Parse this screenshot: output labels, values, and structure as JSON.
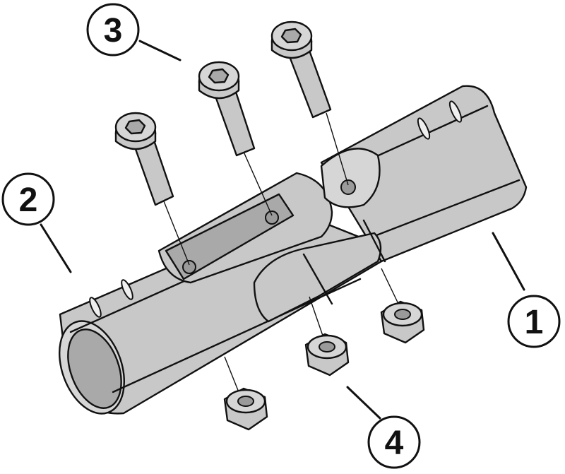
{
  "callouts": [
    {
      "id": "1",
      "label": "1",
      "part": "tube-1"
    },
    {
      "id": "2",
      "label": "2",
      "part": "tube-2"
    },
    {
      "id": "3",
      "label": "3",
      "part": "bolts"
    },
    {
      "id": "4",
      "label": "4",
      "part": "nuts"
    }
  ],
  "colors": {
    "part_fill": "#c8c8c8",
    "outline": "#111111",
    "background": "#ffffff"
  }
}
